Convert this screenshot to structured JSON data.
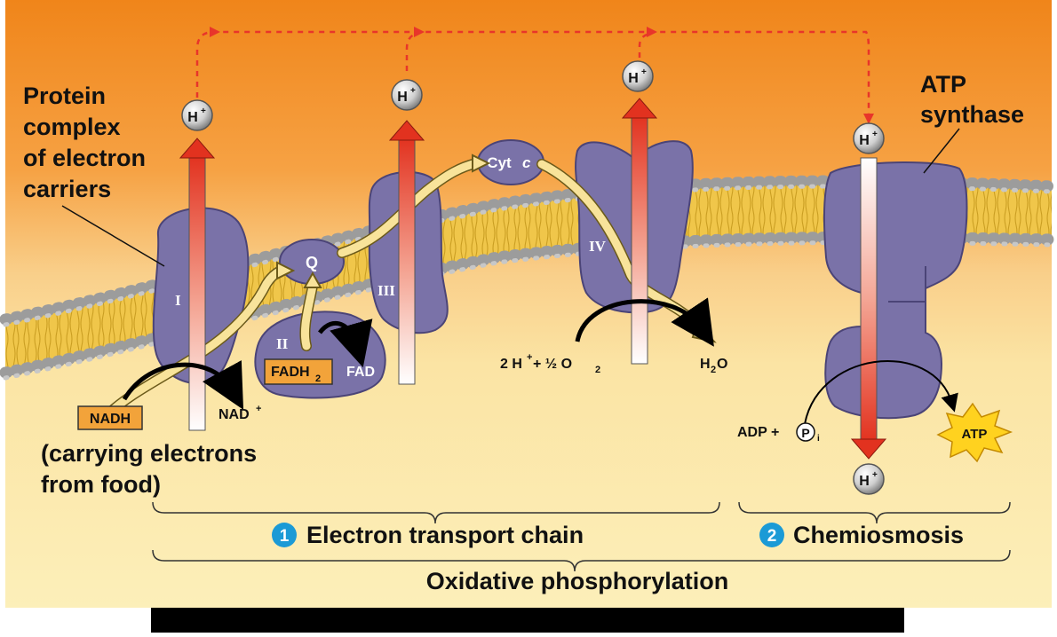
{
  "labels": {
    "protein_complex": [
      "Protein",
      "complex",
      "of electron",
      "carriers"
    ],
    "atp_synthase": [
      "ATP",
      "synthase"
    ],
    "carrying": [
      "(carrying electrons",
      "from food)"
    ],
    "nadh": "NADH",
    "nad_plus": "NAD",
    "fadh2": "FADH",
    "fadh2_sub": "2",
    "fad": "FAD",
    "q": "Q",
    "cyt": "Cyt",
    "cyt_c": "c",
    "complex_i": "I",
    "complex_ii": "II",
    "complex_iii": "III",
    "complex_iv": "IV",
    "water_eq": "2 H",
    "water_eq_rest": " + ½ O",
    "water_eq_sub": "2",
    "h2o": "H",
    "h2o_sub": "2",
    "h2o_o": "O",
    "adp": "ADP +",
    "p": "P",
    "p_sub": "i",
    "atp": "ATP",
    "h": "H",
    "plus": "+"
  },
  "steps": [
    {
      "number": "1",
      "label": "Electron transport chain"
    },
    {
      "number": "2",
      "label": "Chemiosmosis"
    }
  ],
  "overall": "Oxidative phosphorylation",
  "colors": {
    "intermembrane": "#f08a1c",
    "matrix": "#fbe8a2",
    "protein": "#7a72a8",
    "protein_dark": "#4b4477",
    "step_badge": "#1b9ad6",
    "electron_path": "#f8e39a",
    "tag": "#f2a33a",
    "proton_arrow": "#e23a25",
    "dashed": "#e8352a",
    "atp_star": "#ffd21f"
  }
}
